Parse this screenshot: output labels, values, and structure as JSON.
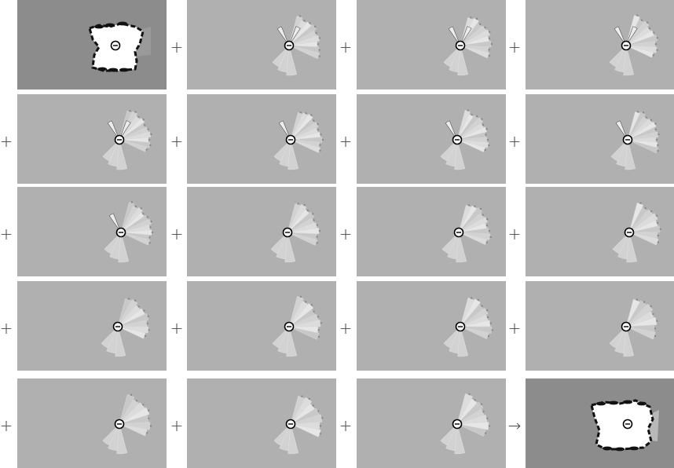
{
  "figure": {
    "operators": [
      "",
      "+",
      "+",
      "+",
      "+",
      "+",
      "+",
      "+",
      "+",
      "+",
      "+",
      "+",
      "+",
      "+",
      "+",
      "+",
      "+",
      "+",
      "+",
      "→"
    ],
    "panels": [
      {
        "kind": "map",
        "bg": "#8c8c8c"
      },
      {
        "kind": "scan",
        "bg": "#b0b0b0",
        "beams": 9,
        "legs": 2
      },
      {
        "kind": "scan",
        "bg": "#b0b0b0",
        "beams": 9,
        "legs": 2
      },
      {
        "kind": "scan",
        "bg": "#b0b0b0",
        "beams": 9,
        "legs": 2
      },
      {
        "kind": "scan",
        "bg": "#b0b0b0",
        "beams": 10,
        "legs": 2
      },
      {
        "kind": "scan",
        "bg": "#b0b0b0",
        "beams": 10,
        "legs": 1
      },
      {
        "kind": "scan",
        "bg": "#b0b0b0",
        "beams": 10,
        "legs": 1
      },
      {
        "kind": "scan",
        "bg": "#b0b0b0",
        "beams": 10,
        "legs": 1
      },
      {
        "kind": "scan",
        "bg": "#b0b0b0",
        "beams": 10,
        "legs": 1
      },
      {
        "kind": "scan",
        "bg": "#b0b0b0",
        "beams": 9,
        "legs": 0
      },
      {
        "kind": "scan",
        "bg": "#b0b0b0",
        "beams": 9,
        "legs": 0
      },
      {
        "kind": "scan",
        "bg": "#b0b0b0",
        "beams": 8,
        "legs": 0
      },
      {
        "kind": "scan",
        "bg": "#b0b0b0",
        "beams": 8,
        "legs": 0
      },
      {
        "kind": "scan",
        "bg": "#b0b0b0",
        "beams": 8,
        "legs": 0
      },
      {
        "kind": "scan",
        "bg": "#b0b0b0",
        "beams": 8,
        "legs": 0
      },
      {
        "kind": "scan",
        "bg": "#b0b0b0",
        "beams": 7,
        "legs": 0
      },
      {
        "kind": "scan",
        "bg": "#b0b0b0",
        "beams": 7,
        "legs": 0
      },
      {
        "kind": "scan",
        "bg": "#b0b0b0",
        "beams": 7,
        "legs": 0
      },
      {
        "kind": "scan",
        "bg": "#b0b0b0",
        "beams": 7,
        "legs": 0
      },
      {
        "kind": "map",
        "bg": "#8c8c8c"
      }
    ]
  }
}
